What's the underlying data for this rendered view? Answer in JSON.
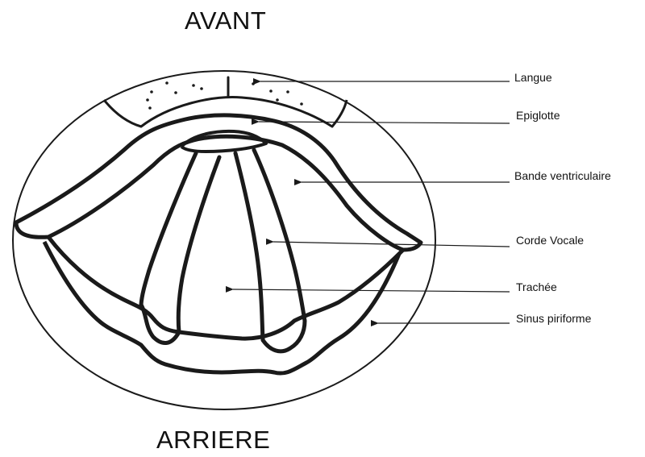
{
  "title_top": "AVANT",
  "title_bottom": "ARRIERE",
  "labels": [
    {
      "text": "Langue"
    },
    {
      "text": "Epiglotte"
    },
    {
      "text": "Bande ventriculaire"
    },
    {
      "text": "Corde Vocale"
    },
    {
      "text": "Trachée"
    },
    {
      "text": "Sinus piriforme"
    }
  ],
  "colors": {
    "ink": "#1a1a1a",
    "background": "#ffffff"
  }
}
